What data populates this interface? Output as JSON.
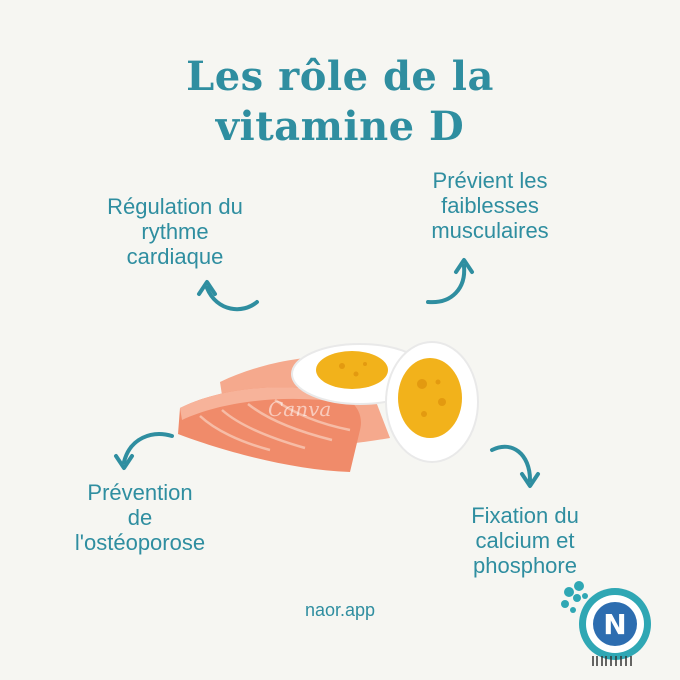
{
  "title": {
    "line1": "Les rôle de la",
    "line2": "vitamine D"
  },
  "benefits": [
    {
      "lines": [
        "Régulation du",
        "rythme",
        "cardiaque"
      ]
    },
    {
      "lines": [
        "Prévient les",
        "faiblesses",
        "musculaires"
      ]
    },
    {
      "lines": [
        "Prévention",
        "de",
        "l'ostéoporose"
      ]
    },
    {
      "lines": [
        "Fixation du",
        "calcium et",
        "phosphore"
      ]
    }
  ],
  "footer": "naor.app",
  "watermark": "Canva",
  "logo": {
    "letter": "N"
  },
  "colors": {
    "accent": "#2f8ea0",
    "background": "#f6f6f2",
    "salmon": "#f08b6a",
    "yolk": "#f2b21b"
  }
}
